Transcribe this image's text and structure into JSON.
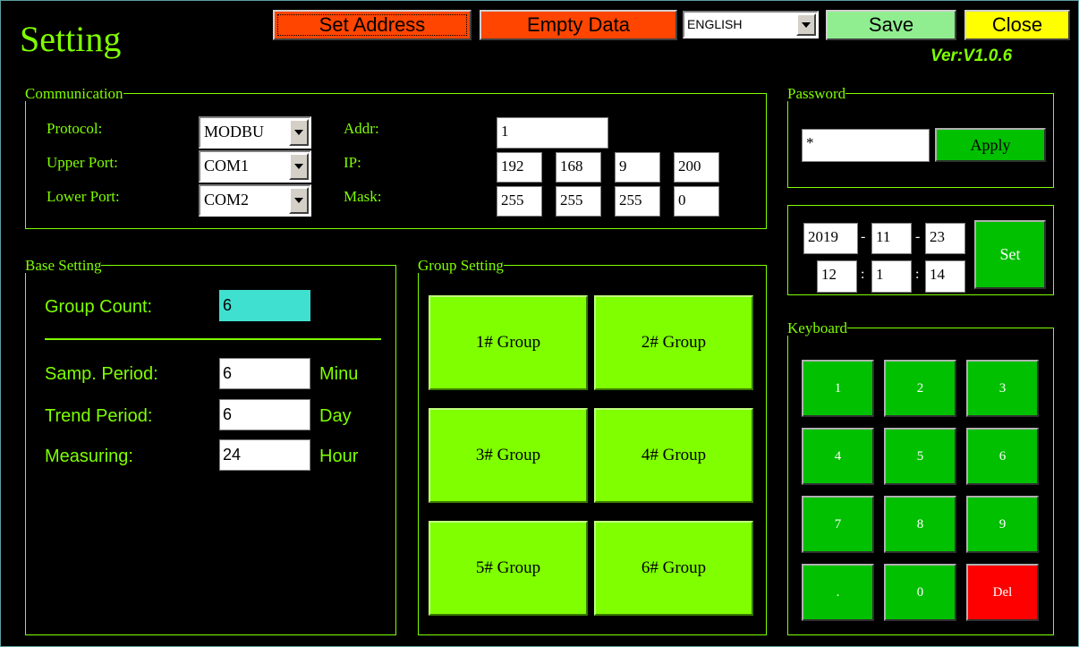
{
  "title": "Setting",
  "version": "Ver:V1.0.6",
  "toolbar": {
    "set_address": "Set Address",
    "empty_data": "Empty Data",
    "language": "ENGLISH",
    "save": "Save",
    "close": "Close"
  },
  "colors": {
    "background": "#000000",
    "accent": "#7fff00",
    "warning_button": "#ff4500",
    "save_button": "#90ee90",
    "close_button": "#ffff00",
    "keypad": "#00c000",
    "delete_key": "#ff0000",
    "group_count_field": "#40e0d0"
  },
  "communication": {
    "legend": "Communication",
    "protocol_label": "Protocol:",
    "protocol_value": "MODBU",
    "upper_port_label": "Upper Port:",
    "upper_port_value": "COM1",
    "lower_port_label": "Lower Port:",
    "lower_port_value": "COM2",
    "addr_label": "Addr:",
    "addr_value": "1",
    "ip_label": "IP:",
    "ip": [
      "192",
      "168",
      "9",
      "200"
    ],
    "mask_label": "Mask:",
    "mask": [
      "255",
      "255",
      "255",
      "0"
    ]
  },
  "password": {
    "legend": "Password",
    "value": "*",
    "apply": "Apply"
  },
  "datetime": {
    "year": "2019",
    "month": "11",
    "day": "23",
    "hour": "12",
    "minute": "1",
    "second": "14",
    "date_sep": "-",
    "time_sep": ":",
    "set": "Set"
  },
  "base_setting": {
    "legend": "Base Setting",
    "group_count_label": "Group Count:",
    "group_count_value": "6",
    "samp_period_label": "Samp. Period:",
    "samp_period_value": "6",
    "samp_period_unit": "Minu",
    "trend_period_label": "Trend Period:",
    "trend_period_value": "6",
    "trend_period_unit": "Day",
    "measuring_label": "Measuring:",
    "measuring_value": "24",
    "measuring_unit": "Hour"
  },
  "group_setting": {
    "legend": "Group Setting",
    "groups": [
      "1# Group",
      "2# Group",
      "3# Group",
      "4# Group",
      "5# Group",
      "6# Group"
    ]
  },
  "keyboard": {
    "legend": "Keyboard",
    "keys": [
      "1",
      "2",
      "3",
      "4",
      "5",
      "6",
      "7",
      "8",
      "9",
      ".",
      "0",
      "Del"
    ]
  }
}
